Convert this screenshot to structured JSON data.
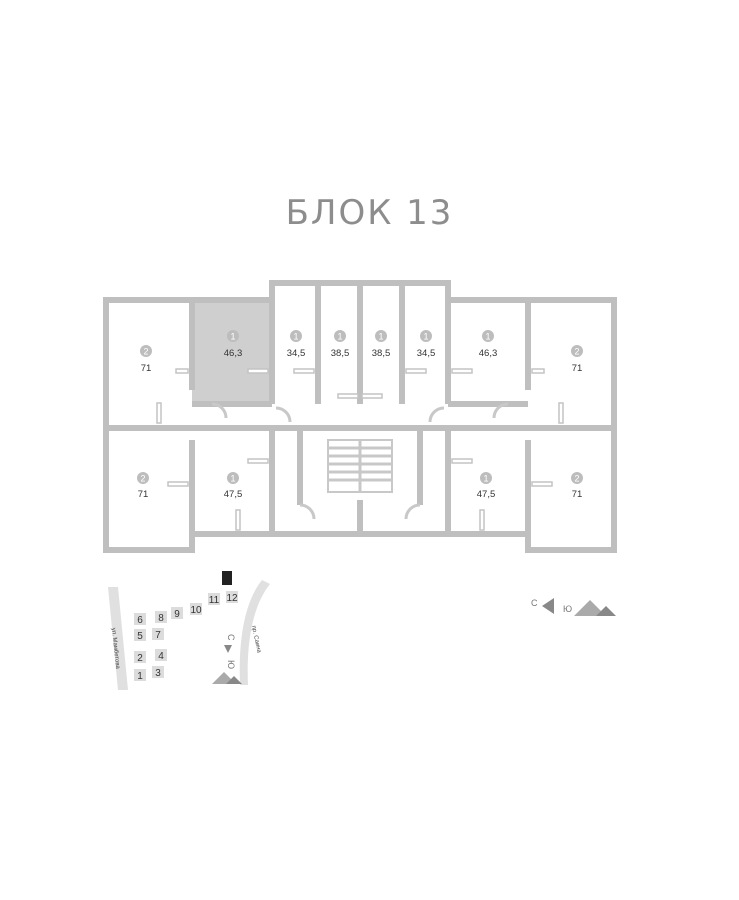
{
  "title": "БЛОК 13",
  "apartments": [
    {
      "id": "a1",
      "rooms": "2",
      "area": "71"
    },
    {
      "id": "a2",
      "rooms": "1",
      "area": "46,3"
    },
    {
      "id": "a3",
      "rooms": "1",
      "area": "34,5"
    },
    {
      "id": "a4",
      "rooms": "1",
      "area": "38,5"
    },
    {
      "id": "a5",
      "rooms": "1",
      "area": "38,5"
    },
    {
      "id": "a6",
      "rooms": "1",
      "area": "34,5"
    },
    {
      "id": "a7",
      "rooms": "1",
      "area": "46,3"
    },
    {
      "id": "a8",
      "rooms": "2",
      "area": "71"
    },
    {
      "id": "a9",
      "rooms": "2",
      "area": "71"
    },
    {
      "id": "a10",
      "rooms": "1",
      "area": "47,5"
    },
    {
      "id": "a11",
      "rooms": "1",
      "area": "47,5"
    },
    {
      "id": "a12",
      "rooms": "2",
      "area": "71"
    }
  ],
  "selected_apartment": "a2",
  "site_map": {
    "blocks": [
      "1",
      "2",
      "3",
      "4",
      "5",
      "6",
      "7",
      "8",
      "9",
      "10",
      "11",
      "12",
      "13"
    ],
    "active_block": "13",
    "streets": [
      "ул. Мамбетова",
      "пр. Саина"
    ],
    "compass": {
      "north": "С",
      "south": "Ю"
    }
  },
  "compass": {
    "north": "С",
    "south": "Ю"
  },
  "colors": {
    "wall": "#bfbfbf",
    "selected": "#cfcfcf",
    "badge": "#bdbdbd",
    "title": "#8d8d8d"
  }
}
